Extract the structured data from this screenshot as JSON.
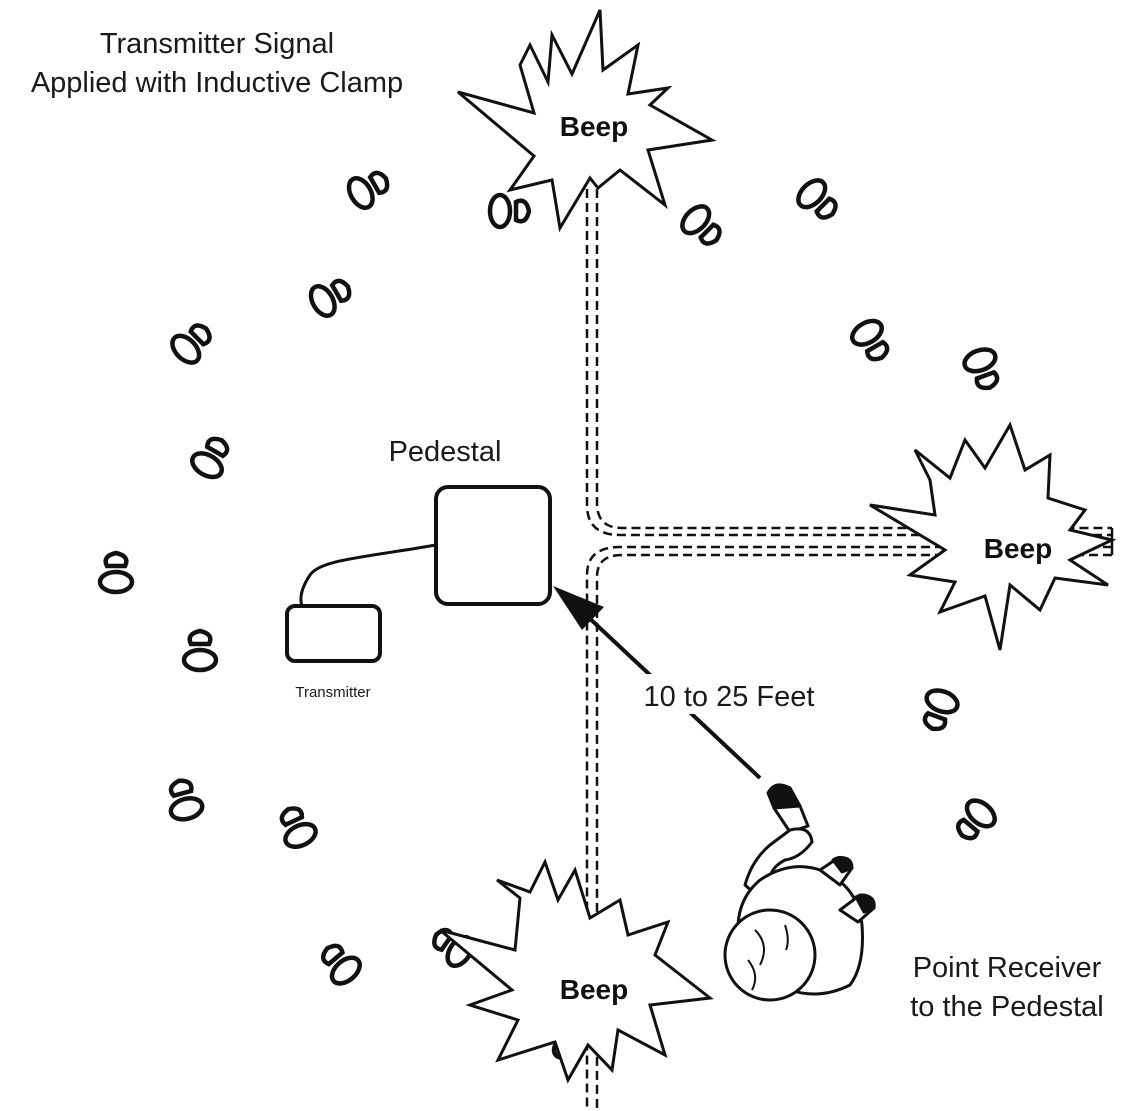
{
  "labels": {
    "transmitter_signal_line1": "Transmitter Signal",
    "transmitter_signal_line2": "Applied with Inductive Clamp",
    "pedestal": "Pedestal",
    "transmitter": "Transmitter",
    "distance": "10 to 25 Feet",
    "point_receiver_line1": "Point Receiver",
    "point_receiver_line2": "to the Pedestal"
  },
  "bursts": [
    {
      "id": "top",
      "text": "Beep"
    },
    {
      "id": "right",
      "text": "Beep"
    },
    {
      "id": "bottom",
      "text": "Beep"
    }
  ],
  "footprint_icon": "footprint-icon",
  "colors": {
    "ink": "#111111",
    "background": "#ffffff"
  }
}
